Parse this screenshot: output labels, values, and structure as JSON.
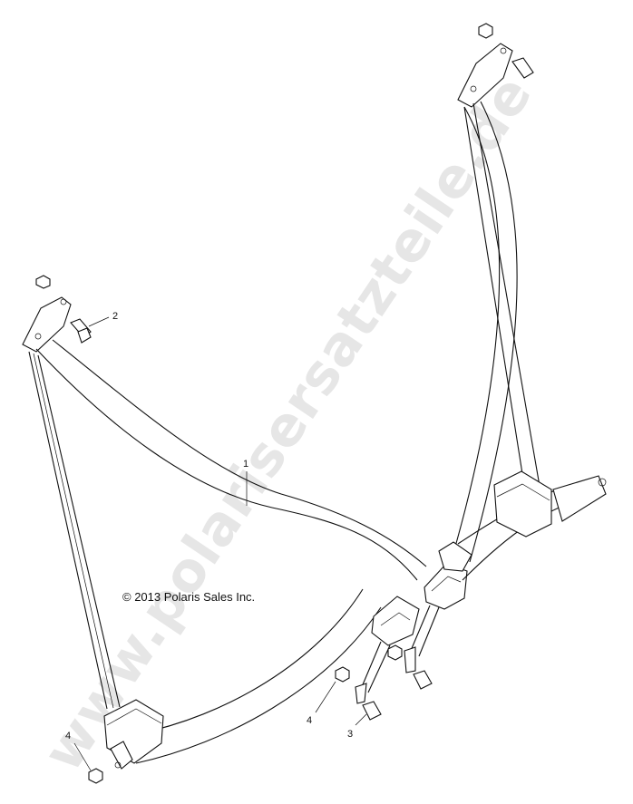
{
  "watermark": {
    "text": "www.polarisersatzteile.de"
  },
  "copyright": "© 2013 Polaris Sales Inc.",
  "callouts": [
    {
      "id": "c1",
      "label": "1"
    },
    {
      "id": "c2",
      "label": "2"
    },
    {
      "id": "c3",
      "label": "3"
    },
    {
      "id": "c4a",
      "label": "4"
    },
    {
      "id": "c4b",
      "label": "4"
    }
  ]
}
